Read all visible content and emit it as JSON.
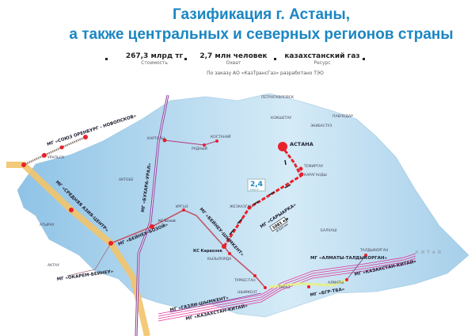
{
  "header": {
    "title_line1": "Газификация г. Астаны,",
    "title_line2": "а также центральных и северных регионов страны"
  },
  "stats": [
    {
      "value": "267,3 млрд тг",
      "label": "Стоимость"
    },
    {
      "value": "2,7 млн человек",
      "label": "Охват"
    },
    {
      "value": "казахстанский газ",
      "label": "Ресурс"
    }
  ],
  "note": "По заказу АО «КазТрансГаз» разработано ТЭО",
  "colors": {
    "title": "#1a86c2",
    "saryarka": "#e8212b",
    "kazchina": "#e2389a",
    "central_asia": "#f2c46a",
    "bukhara": "#8a3d9e",
    "land": "#a9d3ee"
  },
  "pipelines": {
    "soyuz": "МГ «СОЮЗ ОРЕНБУРГ - НОВОПСКОВ»",
    "central_asia": "МГ «СРЕДНЯЯ АЗИЯ-ЦЕНТР»",
    "bukhara": "МГ «БУХАРА-УРАЛ»",
    "beyneu_bozoy": "МГ «БЕЙНЕУ-БОЗОЙ»",
    "bozoy_shymkent": "МГ «БЕЙНЕУ-ШЫМКЕНТ»",
    "okarem": "МГ «ОКАРЕМ-БЕЙНЕУ»",
    "gazli": "МГ «ГАЗЛИ-ШЫМКЕНТ»",
    "kazchina": "МГ «КАЗАХСТАН-КИТАЙ»",
    "kazchina2": "МГ «КАЗАХСТАН-КИТАЙ»",
    "saryarka": "МГ «САРЫАРКА»",
    "saryarka_length": "1081 км",
    "saryarka_diam": "Ø 820 мм",
    "bishkek": "МГ «БГР-ТБА»",
    "almaty": "МГ «АЛМАТЫ-ТАЛДЫКОРГАН»"
  },
  "badge": {
    "value": "2,4",
    "unit": "млрд. м³"
  },
  "cities": {
    "astana": "АСТАНА",
    "temirtau": "ТЕМИРТАУ",
    "karaganda": "КАРАГАНДЫ",
    "zhezkazgan": "ЖЕЗКАЗГАН",
    "ks_karaoze": "КС Караозек",
    "kyzylorda": "КЫЗЫЛОРДА",
    "turkestan": "ТУРКЕСТАН",
    "shymkent": "ШЫМКЕНТ",
    "taraz": "ТАРАЗ",
    "almaty": "АЛМАТЫ",
    "taldykorgan": "ТАЛДЫКОРГАН",
    "kartaly": "КАРТАЛЫ",
    "rudny": "РУДНЫЙ",
    "kostanay": "КОСТАНАЙ",
    "kokshetau": "КОКШЕТАУ",
    "pavlodar": "ПАВЛОДАР",
    "ekibastuz": "ЭКИБАСТУЗ",
    "petropavlovsk": "ПЕТРОПАВЛОВСК",
    "uralsk": "УРАЛЬСК",
    "aktobe": "АКТОБЕ",
    "irgyz": "ИРГЫЗ",
    "ks_bozoy": "КС Бозой",
    "balkhash": "БАЛХАШ",
    "atyrau": "АТЫРАУ",
    "aktau": "АКТАУ"
  },
  "country": "К И Т А Й"
}
